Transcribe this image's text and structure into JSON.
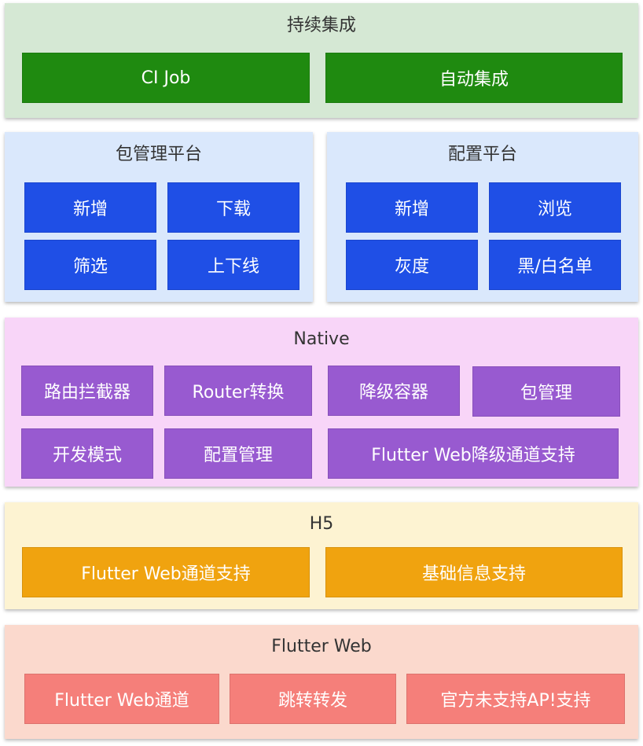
{
  "ci": {
    "title": "持续集成",
    "items": [
      "CI Job",
      "自动集成"
    ],
    "colors": {
      "panel": "#d5e8d4",
      "box": "#1f8a10"
    }
  },
  "pkg": {
    "title": "包管理平台",
    "items": [
      "新增",
      "下载",
      "筛选",
      "上下线"
    ],
    "colors": {
      "panel": "#dae8fc",
      "box": "#1f4fe6"
    }
  },
  "cfg": {
    "title": "配置平台",
    "items": [
      "新增",
      "浏览",
      "灰度",
      "黑/白名单"
    ],
    "colors": {
      "panel": "#dae8fc",
      "box": "#1f4fe6"
    }
  },
  "native": {
    "title": "Native",
    "items": [
      "路由拦截器",
      "Router转换",
      "降级容器",
      "包管理",
      "开发模式",
      "配置管理",
      "Flutter Web降级通道支持"
    ],
    "colors": {
      "panel": "#f8d5f8",
      "box": "#985ad0"
    }
  },
  "h5": {
    "title": "H5",
    "items": [
      "Flutter Web通道支持",
      "基础信息支持"
    ],
    "colors": {
      "panel": "#fdf3d2",
      "box": "#f0a30f"
    }
  },
  "fw": {
    "title": "Flutter Web",
    "items": [
      "Flutter Web通道",
      "跳转转发",
      "官方未支持AP!支持"
    ],
    "colors": {
      "panel": "#fbd9cd",
      "box": "#f57f7a"
    }
  }
}
